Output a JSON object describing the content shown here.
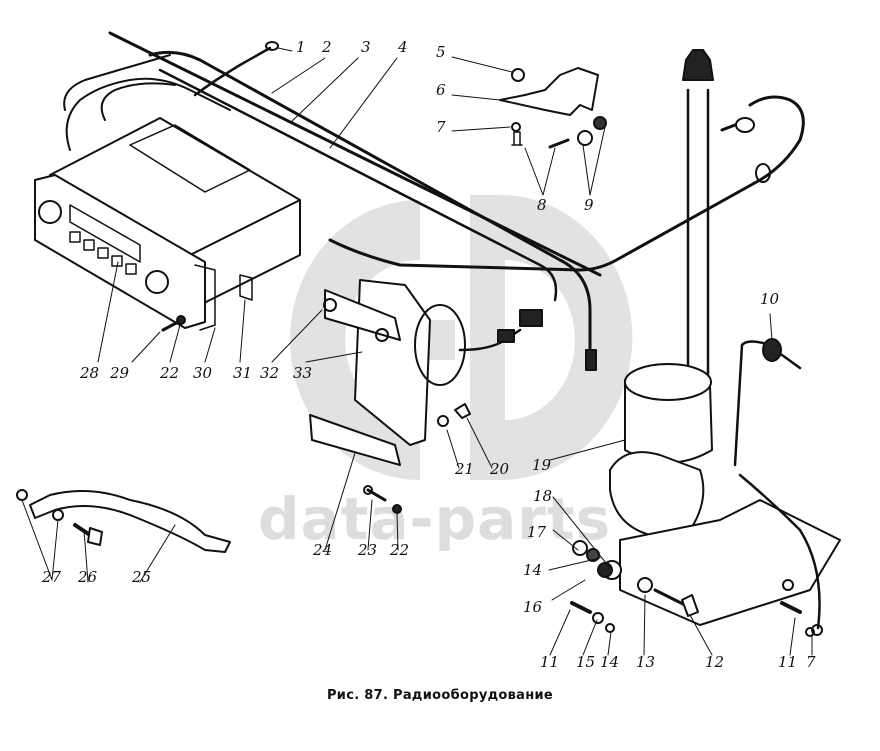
{
  "figure": {
    "caption": "Рис. 87. Радиооборудование",
    "watermark_text": "data-parts",
    "watermark_logo": "GD"
  },
  "callouts": [
    {
      "id": "1",
      "label": "1"
    },
    {
      "id": "2",
      "label": "2"
    },
    {
      "id": "3",
      "label": "3"
    },
    {
      "id": "4",
      "label": "4"
    },
    {
      "id": "5",
      "label": "5"
    },
    {
      "id": "6",
      "label": "6"
    },
    {
      "id": "7a",
      "label": "7"
    },
    {
      "id": "8",
      "label": "8"
    },
    {
      "id": "9",
      "label": "9"
    },
    {
      "id": "10",
      "label": "10"
    },
    {
      "id": "11a",
      "label": "11"
    },
    {
      "id": "11b",
      "label": "11"
    },
    {
      "id": "12",
      "label": "12"
    },
    {
      "id": "13",
      "label": "13"
    },
    {
      "id": "14a",
      "label": "14"
    },
    {
      "id": "14b",
      "label": "14"
    },
    {
      "id": "15",
      "label": "15"
    },
    {
      "id": "16",
      "label": "16"
    },
    {
      "id": "17",
      "label": "17"
    },
    {
      "id": "18",
      "label": "18"
    },
    {
      "id": "19",
      "label": "19"
    },
    {
      "id": "20",
      "label": "20"
    },
    {
      "id": "21",
      "label": "21"
    },
    {
      "id": "22a",
      "label": "22"
    },
    {
      "id": "22b",
      "label": "22"
    },
    {
      "id": "23",
      "label": "23"
    },
    {
      "id": "24",
      "label": "24"
    },
    {
      "id": "25",
      "label": "25"
    },
    {
      "id": "26",
      "label": "26"
    },
    {
      "id": "27",
      "label": "27"
    },
    {
      "id": "28",
      "label": "28"
    },
    {
      "id": "29",
      "label": "29"
    },
    {
      "id": "30",
      "label": "30"
    },
    {
      "id": "31",
      "label": "31"
    },
    {
      "id": "32",
      "label": "32"
    },
    {
      "id": "33",
      "label": "33"
    },
    {
      "id": "7b",
      "label": "7"
    }
  ]
}
